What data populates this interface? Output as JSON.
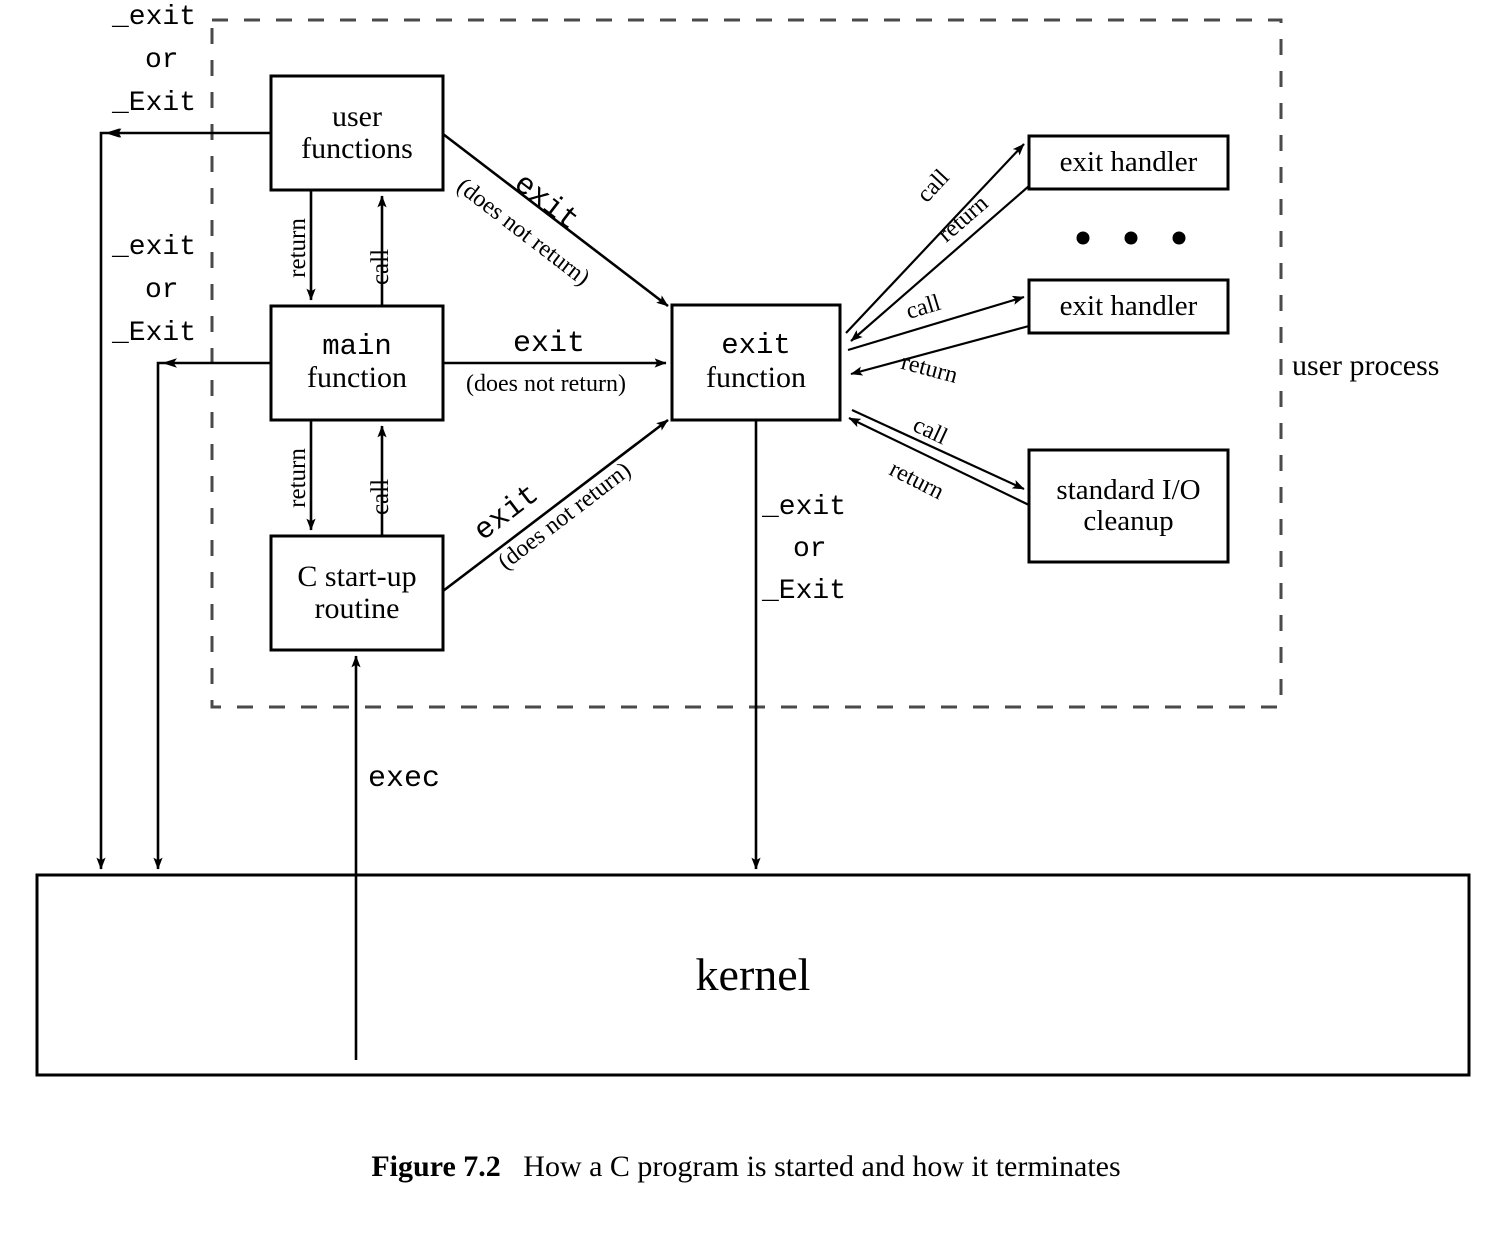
{
  "figure": {
    "number": "Figure 7.2",
    "caption": "How a C program is started and how it terminates"
  },
  "boundary": {
    "label": "user process",
    "style": "dashed"
  },
  "boxes": {
    "user_functions": {
      "line1": "user",
      "line2": "functions",
      "font": "serif"
    },
    "main_function": {
      "line1": "main",
      "line2": "function",
      "font1": "mono",
      "font2": "serif"
    },
    "c_startup": {
      "line1": "C start-up",
      "line2": "routine",
      "font": "serif"
    },
    "exit_function": {
      "line1": "exit",
      "line2": "function",
      "font1": "mono",
      "font2": "serif"
    },
    "exit_handler_1": {
      "line1": "exit handler",
      "font": "serif"
    },
    "exit_handler_2": {
      "line1": "exit handler",
      "font": "serif"
    },
    "stdio_cleanup": {
      "line1": "standard I/O",
      "line2": "cleanup",
      "font": "serif"
    },
    "kernel": {
      "line1": "kernel",
      "font": "serif"
    }
  },
  "ellipsis": "• • •",
  "labels": {
    "exit_call": "exit",
    "does_not_return": "(does not return)",
    "return": "return",
    "call": "call",
    "exec": "exec",
    "underscore_exit": "_exit",
    "or": "or",
    "underscore_Exit": "_Exit"
  },
  "arrow_labels": {
    "user_to_exit": {
      "primary": "exit",
      "secondary": "(does not return)"
    },
    "main_to_exit": {
      "primary": "exit",
      "secondary": "(does not return)"
    },
    "startup_to_exit": {
      "primary": "exit",
      "secondary": "(does not return)"
    },
    "exit_to_kernel": {
      "l1": "_exit",
      "l2": "or",
      "l3": "_Exit"
    },
    "userfn_to_kernel": {
      "l1": "_exit",
      "l2": "or",
      "l3": "_Exit"
    },
    "main_to_kernel": {
      "l1": "_exit",
      "l2": "or",
      "l3": "_Exit"
    },
    "handler1": {
      "call": "call",
      "return": "return"
    },
    "handler2": {
      "call": "call",
      "return": "return"
    },
    "stdio": {
      "call": "call",
      "return": "return"
    },
    "userfn_main": {
      "return": "return",
      "call": "call"
    },
    "main_startup": {
      "return": "return",
      "call": "call"
    },
    "kernel_exec": "exec"
  },
  "colors": {
    "stroke": "#000000",
    "background": "#ffffff",
    "text": "#000000"
  }
}
